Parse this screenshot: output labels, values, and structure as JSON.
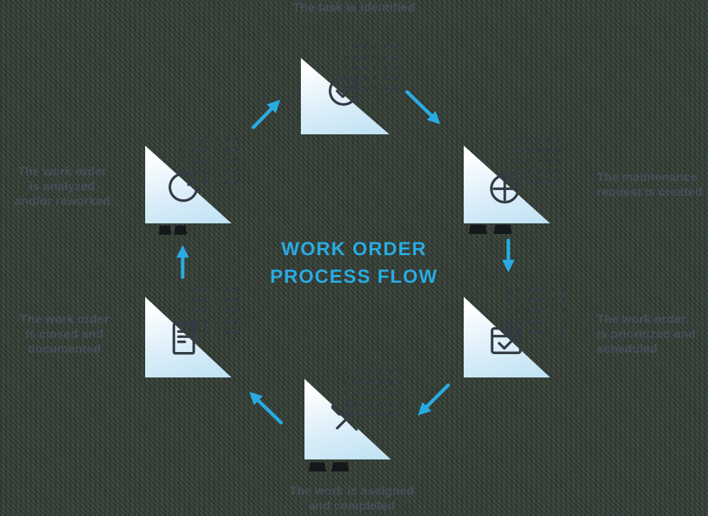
{
  "title": {
    "lines": [
      "WORK ORDER",
      "PROCESS FLOW"
    ]
  },
  "steps": [
    {
      "name": "task-identified",
      "icon": "check-circle-icon",
      "lines": [
        "The task is identified"
      ]
    },
    {
      "name": "maintenance-request-created",
      "icon": "plus-circle-icon",
      "lines": [
        "The maintenance",
        "request is created"
      ]
    },
    {
      "name": "work-order-prioritized-scheduled",
      "icon": "clipboard-check-icon",
      "lines": [
        "The work order",
        "is prioritized and",
        "scheduled"
      ]
    },
    {
      "name": "work-assigned-completed",
      "icon": "crossed-tools-icon",
      "lines": [
        "The work is assigned",
        "and completed"
      ]
    },
    {
      "name": "work-order-closed-documented",
      "icon": "document-icon",
      "lines": [
        "The work order",
        "is closed and",
        "documented"
      ]
    },
    {
      "name": "work-order-analyzed-reworked",
      "icon": "refresh-icon",
      "lines": [
        "The work order",
        "is analyzed",
        "and/or reworked"
      ]
    }
  ],
  "colors": {
    "bg": "#3d463f",
    "title": "#29abe2",
    "label": "#454f5a",
    "arrow": "#29abe2",
    "icon": "#333b43",
    "dots": "#333b43",
    "triangle-top": "#ffffff",
    "triangle-bottom": "#bfe2f3"
  }
}
